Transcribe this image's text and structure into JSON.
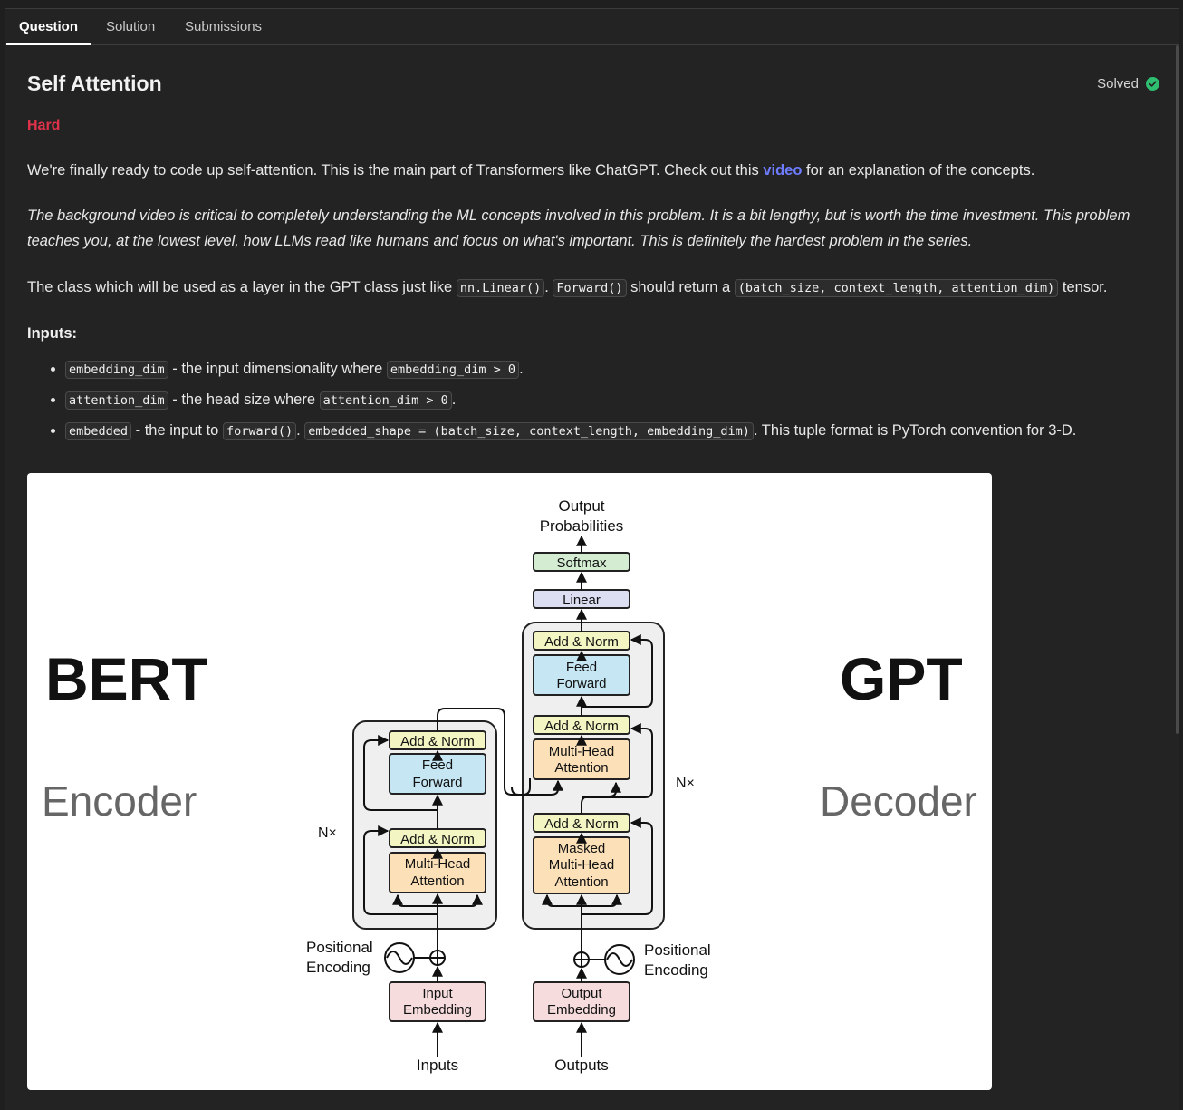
{
  "tabs": [
    "Question",
    "Solution",
    "Submissions"
  ],
  "problem": {
    "title": "Self Attention",
    "status": "Solved",
    "difficulty": "Hard",
    "intro_before": "We're finally ready to code up self-attention. This is the main part of Transformers like ChatGPT. Check out this ",
    "intro_link": "video",
    "intro_after": " for an explanation of the concepts.",
    "note": "The background video is critical to completely understanding the ML concepts involved in this problem. It is a bit lengthy, but is worth the time investment. This problem teaches you, at the lowest level, how LLMs read like humans and focus on what's important. This is definitely the hardest problem in the series.",
    "class_desc": {
      "t1": "The class which will be used as a layer in the GPT class just like ",
      "c1": "nn.Linear()",
      "t2": ". ",
      "c2": "Forward()",
      "t3": " should return a ",
      "c3": "(batch_size, context_length, attention_dim)",
      "t4": " tensor."
    },
    "inputs_heading": "Inputs:",
    "inputs": [
      {
        "code": "embedding_dim",
        "text": " - the input dimensionality where ",
        "code2": "embedding_dim > 0",
        "tail": "."
      },
      {
        "code": "attention_dim",
        "text": " - the head size where ",
        "code2": "attention_dim > 0",
        "tail": "."
      },
      {
        "code": "embedded",
        "text": " - the input to ",
        "code2": "forward()",
        "mid": ". ",
        "code3": "embedded_shape = (batch_size, context_length, embedding_dim)",
        "tail": ". This tuple format is PyTorch convention for 3-D."
      }
    ]
  },
  "figure": {
    "left_title": "BERT",
    "left_subtitle": "Encoder",
    "right_title": "GPT",
    "right_subtitle": "Decoder",
    "output_probabilities": [
      "Output",
      "Probabilities"
    ],
    "softmax": "Softmax",
    "linear": "Linear",
    "add_norm": "Add & Norm",
    "feed_forward": [
      "Feed",
      "Forward"
    ],
    "multi_head_attention": [
      "Multi-Head",
      "Attention"
    ],
    "masked_mha": [
      "Masked",
      "Multi-Head",
      "Attention"
    ],
    "nx": "N×",
    "positional_encoding": [
      "Positional",
      "Encoding"
    ],
    "input_embedding": [
      "Input",
      "Embedding"
    ],
    "output_embedding": [
      "Output",
      "Embedding"
    ],
    "inputs_label": "Inputs",
    "outputs_label": "Outputs",
    "colors": {
      "add_norm": "#f3f6c2",
      "feed_forward": "#c5e6f2",
      "attention": "#fbe0b8",
      "embedding": "#f6dcdc",
      "softmax": "#d3ecd2",
      "linear": "#dcdff2",
      "block": "#eeeeee"
    }
  }
}
